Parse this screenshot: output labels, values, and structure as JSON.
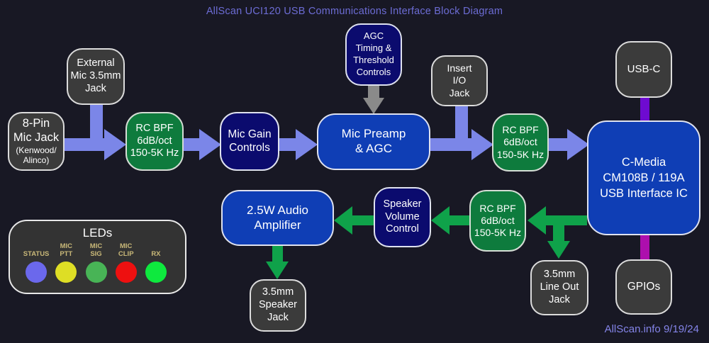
{
  "title": "AllScan UCI120 USB Communications Interface Block Diagram",
  "footer": "AllScan.info 9/19/24",
  "colors": {
    "background": "#181824",
    "mic_path_arrow": "#7b86e8",
    "speaker_path_arrow": "#0fa24a",
    "control_arrow": "#8a8a8a",
    "usb_connector": "#6e0bd1",
    "gpio_connector": "#ad0fad",
    "jack_block": "#3b3b3b",
    "filter_block": "#0e7b3d",
    "control_block": "#0b0b6e",
    "processing_block": "#0f3eb5",
    "title_text": "#6c6cd4",
    "footer_text": "#8484e8",
    "led_label_text": "#c9b878"
  },
  "blocks": {
    "external_mic_jack": {
      "text": "External\nMic 3.5mm\nJack"
    },
    "eight_pin_mic_jack": {
      "text": "8-Pin\nMic Jack",
      "subtext": "(Kenwood/\nAlinco)"
    },
    "rc_bpf_mic": {
      "text": "RC BPF\n6dB/oct\n150-5K Hz"
    },
    "mic_gain": {
      "text": "Mic Gain\nControls"
    },
    "agc_controls": {
      "text": "AGC\nTiming &\nThreshold\nControls"
    },
    "mic_preamp": {
      "text": "Mic Preamp\n& AGC"
    },
    "insert_io": {
      "text": "Insert\nI/O\nJack"
    },
    "rc_bpf_insert": {
      "text": "RC BPF\n6dB/oct\n150-5K Hz"
    },
    "c_media": {
      "text": "C-Media\nCM108B / 119A\nUSB Interface IC"
    },
    "usb_c": {
      "text": "USB-C"
    },
    "gpios": {
      "text": "GPIOs"
    },
    "line_out_jack": {
      "text": "3.5mm\nLine Out\nJack"
    },
    "rc_bpf_speaker": {
      "text": "RC BPF\n6dB/oct\n150-5K Hz"
    },
    "speaker_volume": {
      "text": "Speaker\nVolume\nControl"
    },
    "audio_amp": {
      "text": "2.5W Audio\nAmplifier"
    },
    "speaker_jack": {
      "text": "3.5mm\nSpeaker\nJack"
    }
  },
  "leds": {
    "title": "LEDs",
    "items": [
      {
        "label": "STATUS",
        "color": "#6b68ec"
      },
      {
        "label": "MIC\nPTT",
        "color": "#dede25"
      },
      {
        "label": "MIC\nSIG",
        "color": "#48b456"
      },
      {
        "label": "MIC\nCLIP",
        "color": "#ee1010"
      },
      {
        "label": "RX",
        "color": "#0ee93e"
      }
    ]
  }
}
